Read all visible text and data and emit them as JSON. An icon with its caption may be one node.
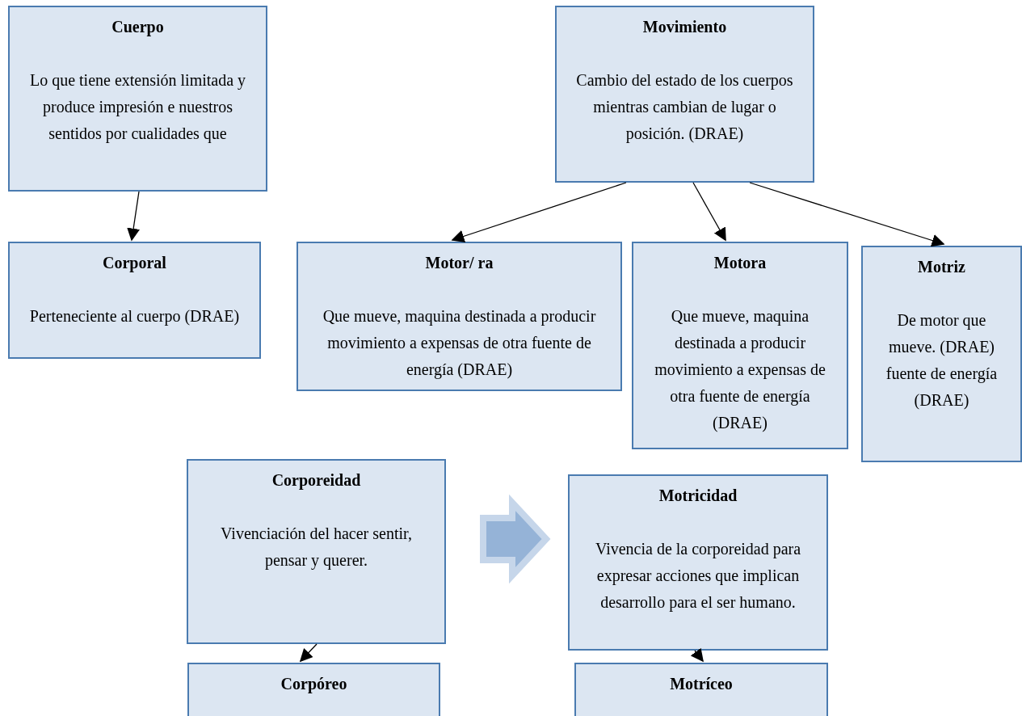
{
  "diagram": {
    "nodes": [
      {
        "text": [
          "Cuerpo",
          "Lo que tiene extensión limitada y produce impresión e nuestros sentidos por cualidades que"
        ]
      },
      {
        "text": [
          "Corporal",
          "Perteneciente al cuerpo (DRAE)"
        ]
      },
      {
        "text": [
          "Movimiento",
          "Cambio del estado de los cuerpos mientras cambian de lugar o posición. (DRAE)"
        ]
      },
      {
        "text": [
          "Motor/ ra",
          "Que mueve, maquina destinada a producir movimiento a expensas de otra fuente de energía (DRAE)"
        ]
      },
      {
        "text": [
          "Motora",
          "Que mueve, maquina destinada a producir movimiento a expensas de otra fuente de energía (DRAE)"
        ]
      },
      {
        "text": [
          "Motriz",
          "De motor que mueve. (DRAE) fuente de energía (DRAE)"
        ]
      },
      {
        "text": [
          "Corporeidad",
          "Vivenciación del hacer sentir, pensar y querer."
        ]
      },
      {
        "text": [
          "Motricidad",
          "Vivencia de la corporeidad para expresar acciones que implican desarrollo para el ser humano."
        ]
      },
      {
        "text": [
          "Corpóreo"
        ]
      },
      {
        "text": [
          "Motríceo"
        ]
      }
    ],
    "edges": [
      {
        "from": 0,
        "to": 1,
        "arrow": "to"
      },
      {
        "from": 2,
        "to": 3,
        "arrow": "to"
      },
      {
        "from": 2,
        "to": 4,
        "arrow": "to"
      },
      {
        "from": 2,
        "to": 5,
        "arrow": "to"
      },
      {
        "from": 6,
        "to": 7,
        "arrow": "to",
        "style": "thick",
        "color": "#95b3d7"
      },
      {
        "from": 6,
        "to": 8,
        "arrow": "to"
      },
      {
        "from": 7,
        "to": 9,
        "arrow": "to"
      }
    ]
  }
}
